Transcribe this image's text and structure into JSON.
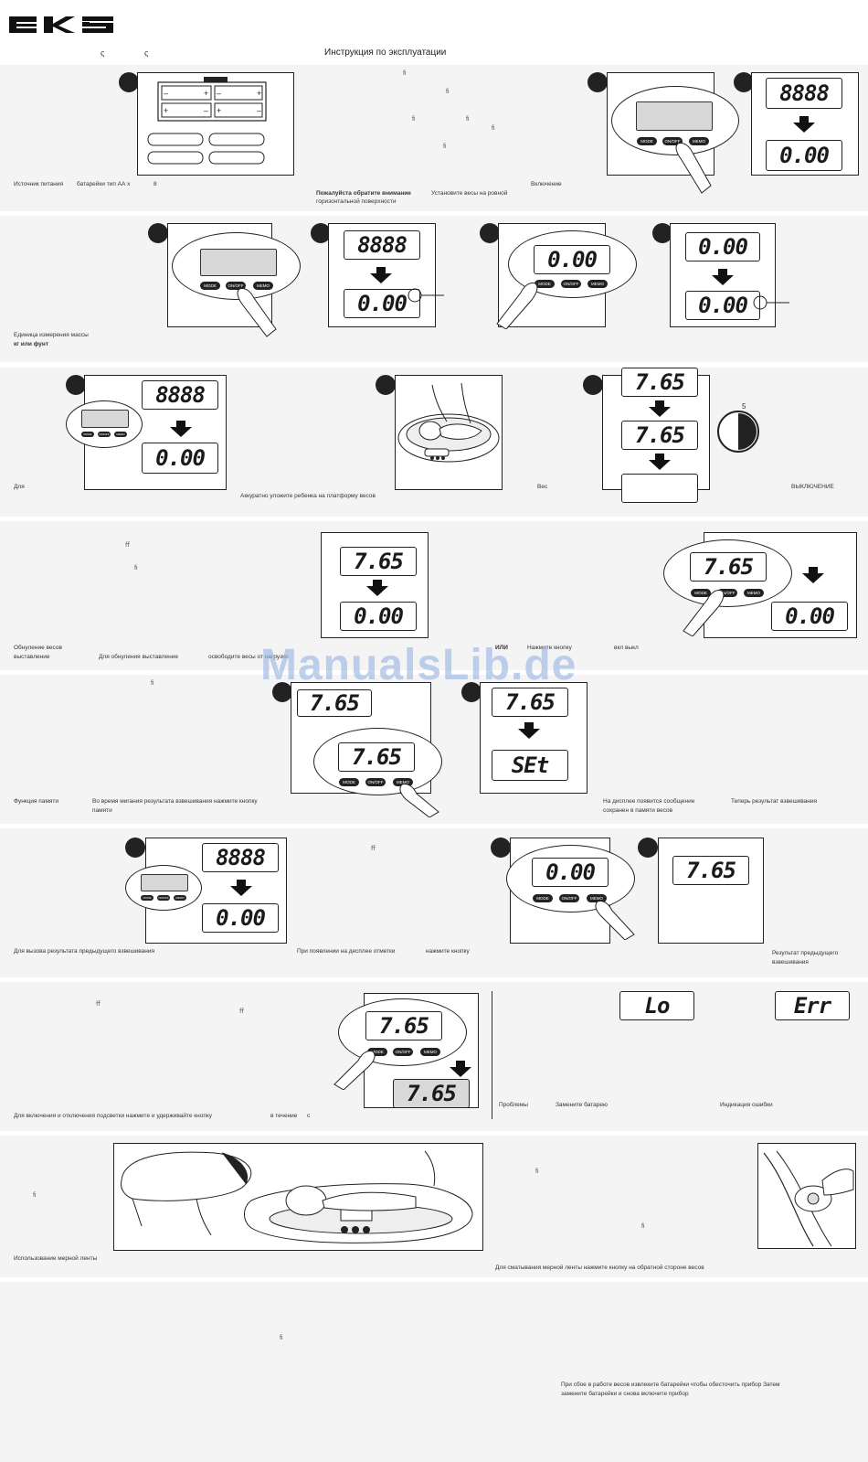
{
  "header": {
    "logo_text": "EKS",
    "title": "Инструкция по эксплуатации",
    "mark1": "ς",
    "mark2": "ς"
  },
  "s1": {
    "power_label": "Источник питания",
    "power_value": "батарейки  тип АА  x",
    "power_count": "8",
    "notice_bold": "Пожалуйста  обратите внимание",
    "notice_text": "Установите весы на ровной",
    "notice_text2": "горизонтальной поверхности",
    "power_on": "Включение",
    "lcd_full": "8888",
    "lcd_zero": "0.00",
    "g1": "ﬁ",
    "g2": "ﬁ",
    "g3": "ﬁ",
    "g4": "ﬁ",
    "g5": "ﬁ",
    "g6": "ﬁ"
  },
  "s2": {
    "unit_label": "Единица измерения массы",
    "unit_value": "кг или фунт",
    "lcd_full": "8888",
    "lcd_zero": "0.00"
  },
  "s3": {
    "for_label": "Для",
    "place_text": "Аккуратно уложите ребенка на платформу весов",
    "weight_label": "Вес",
    "off_label": "ВЫКЛЮЧЕНИЕ",
    "timer": "5",
    "lcd_full": "8888",
    "lcd_zero": "0.00",
    "lcd_weight": "7.65"
  },
  "s4": {
    "tare_label": "Обнуление весов",
    "tare_sub": "выставление",
    "tare_for": "Для обнуления  выставление",
    "tare_free": "освободите весы от нагрузки",
    "or_label": "ИЛИ",
    "press_label": "Нажмите кнопку",
    "onoff_label": "вкл  выкл",
    "lcd_weight": "7.65",
    "lcd_zero": "0.00",
    "g1": "ﬀ",
    "g2": "ﬁ"
  },
  "s5": {
    "memory_label": "Функция памяти",
    "memory_text": "Во время мигания результата взвешивания нажмите кнопку",
    "memory_text2": "памяти",
    "display_msg": "На дисплее появится сообщение",
    "display_msg2": "сохранен в памяти весов",
    "now_text": "Теперь результат взвешивания",
    "lcd_weight": "7.65",
    "lcd_set": "SEt",
    "g1": "ﬁ"
  },
  "s6": {
    "recall_label": "Для вызова результата предыдущего взвешивания",
    "appear_text": "При появлении на десплее отметки",
    "press_text": "нажмите кнопку",
    "result_label": "Результат предыдущего",
    "result_label2": "взвешивания",
    "lcd_full": "8888",
    "lcd_zero": "0.00",
    "lcd_weight": "7.65",
    "g1": "ﬀ"
  },
  "s7": {
    "backlight_text": "Для включения и отключения подсветки нажмите и удерживайте кнопку",
    "during_text": "в течение",
    "sec_text": "с",
    "problems_label": "Проблемы",
    "replace_text": "Замените батарею",
    "error_label": "Индикация ошибки",
    "lcd_weight": "7.65",
    "lcd_lo": "Lo",
    "lcd_err": "Err",
    "g1": "ﬀ",
    "g2": "ﬀ"
  },
  "s8": {
    "tape_label": "Использование мерной ленты",
    "rewind_text": "Для сматывания мерной ленты нажмите кнопку на обратной стороне весов",
    "g1": "ﬁ",
    "g2": "ﬁ",
    "g3": "ﬁ"
  },
  "s9": {
    "fail_text": "При сбое в работе весов извлеките батарейки  чтобы обесточить прибор  Затем",
    "fail_text2": "замените батарейки и снова включите прибор",
    "g1": "ﬁ"
  },
  "buttons": {
    "mode": "MODE",
    "onoff": "ON/OFF",
    "memo": "MEMO"
  },
  "watermark": "ManualsLib.de"
}
